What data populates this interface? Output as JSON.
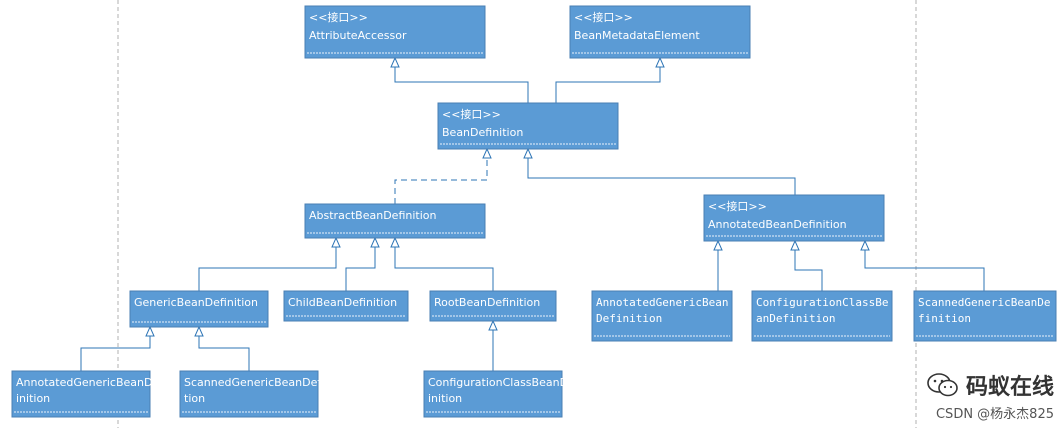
{
  "colors": {
    "box_fill": "#5b9bd5",
    "connector": "#2e75b6",
    "page_bg": "#ffffff"
  },
  "nodes": [
    {
      "id": "attributeAccessor",
      "stereotype": "<<接口>>",
      "lines": [
        "AttributeAccessor"
      ]
    },
    {
      "id": "beanMetadataElement",
      "stereotype": "<<接口>>",
      "lines": [
        "BeanMetadataElement"
      ]
    },
    {
      "id": "beanDefinition",
      "stereotype": "<<接口>>",
      "lines": [
        "BeanDefinition"
      ]
    },
    {
      "id": "abstractBeanDefinition",
      "stereotype": "",
      "lines": [
        "AbstractBeanDefinition"
      ]
    },
    {
      "id": "annotatedBeanDefinition",
      "stereotype": "<<接口>>",
      "lines": [
        "AnnotatedBeanDefinition"
      ]
    },
    {
      "id": "genericBeanDefinition",
      "stereotype": "",
      "lines": [
        "GenericBeanDefinition"
      ]
    },
    {
      "id": "childBeanDefinition",
      "stereotype": "",
      "lines": [
        "ChildBeanDefinition"
      ]
    },
    {
      "id": "rootBeanDefinition",
      "stereotype": "",
      "lines": [
        "RootBeanDefinition"
      ]
    },
    {
      "id": "annotatedGenericBeanDefinitionRight",
      "stereotype": "",
      "lines": [
        "AnnotatedGenericBean",
        "Definition"
      ]
    },
    {
      "id": "configurationClassBeanDefinitionRight",
      "stereotype": "",
      "lines": [
        "ConfigurationClassBe",
        "anDefinition"
      ]
    },
    {
      "id": "scannedGenericBeanDefinitionRight",
      "stereotype": "",
      "lines": [
        "ScannedGenericBeanDe",
        "finition"
      ]
    },
    {
      "id": "annotatedGenericBeanDefinitionLeft",
      "stereotype": "",
      "lines": [
        "AnnotatedGenericBeanDef",
        "inition"
      ]
    },
    {
      "id": "scannedGenericBeanDefinitionLeft",
      "stereotype": "",
      "lines": [
        "ScannedGenericBeanDefini",
        "tion"
      ]
    },
    {
      "id": "configurationClassBeanDefinitionBottom",
      "stereotype": "",
      "lines": [
        "ConfigurationClassBeanDef",
        "inition"
      ]
    }
  ],
  "edges": [
    {
      "from": "beanDefinition",
      "to": "attributeAccessor",
      "kind": "extends"
    },
    {
      "from": "beanDefinition",
      "to": "beanMetadataElement",
      "kind": "extends"
    },
    {
      "from": "abstractBeanDefinition",
      "to": "beanDefinition",
      "kind": "implements"
    },
    {
      "from": "annotatedBeanDefinition",
      "to": "beanDefinition",
      "kind": "extends"
    },
    {
      "from": "genericBeanDefinition",
      "to": "abstractBeanDefinition",
      "kind": "extends"
    },
    {
      "from": "childBeanDefinition",
      "to": "abstractBeanDefinition",
      "kind": "extends"
    },
    {
      "from": "rootBeanDefinition",
      "to": "abstractBeanDefinition",
      "kind": "extends"
    },
    {
      "from": "annotatedGenericBeanDefinitionRight",
      "to": "annotatedBeanDefinition",
      "kind": "implements"
    },
    {
      "from": "configurationClassBeanDefinitionRight",
      "to": "annotatedBeanDefinition",
      "kind": "implements"
    },
    {
      "from": "scannedGenericBeanDefinitionRight",
      "to": "annotatedBeanDefinition",
      "kind": "implements"
    },
    {
      "from": "annotatedGenericBeanDefinitionLeft",
      "to": "genericBeanDefinition",
      "kind": "extends"
    },
    {
      "from": "scannedGenericBeanDefinitionLeft",
      "to": "genericBeanDefinition",
      "kind": "extends"
    },
    {
      "from": "configurationClassBeanDefinitionBottom",
      "to": "rootBeanDefinition",
      "kind": "extends"
    }
  ],
  "watermark": {
    "title": "码蚁在线",
    "subtitle": "CSDN @杨永杰825",
    "icon": "wechat-icon"
  }
}
